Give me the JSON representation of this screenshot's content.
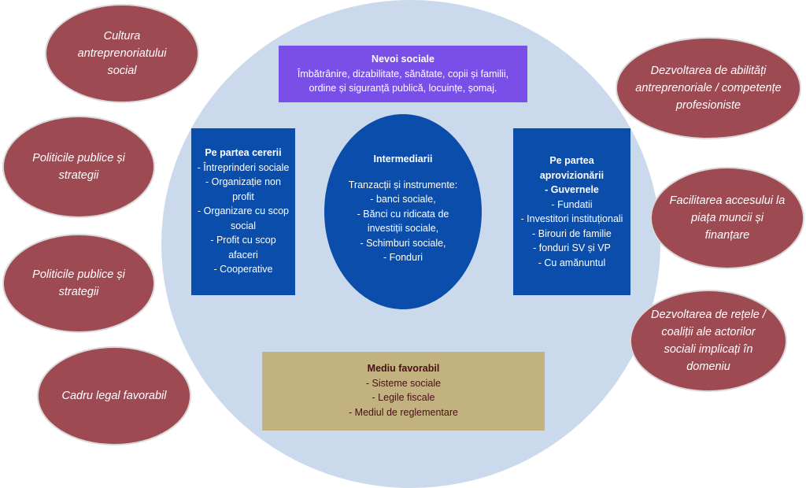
{
  "ovals_left": [
    "Cultura antreprenoriatului social",
    "Politicile publice și strategii",
    "Politicile publice și strategii",
    "Cadru legal favorabil"
  ],
  "ovals_right": [
    "Dezvoltarea de abilități antreprenoriale / competențe profesioniste",
    "Facilitarea accesului la piața muncii și finanțare",
    "Dezvoltarea de rețele / coaliții ale actorilor sociali implicați în domeniu"
  ],
  "needs": {
    "title": "Nevoi sociale",
    "line1": "Îmbătrânire, dizabilitate, sănătate, copii și familii,",
    "line2": "ordine și siguranță publică, locuințe, șomaj."
  },
  "demand": {
    "title": "Pe partea cererii",
    "items": [
      "- Întreprinderi sociale",
      "- Organizație non profit",
      "- Organizare cu scop social",
      "- Profit cu scop afaceri",
      "- Cooperative"
    ]
  },
  "intermediaries": {
    "title": "Intermediarii",
    "items": [
      "Tranzacții și instrumente:",
      "- banci sociale,",
      "- Bănci cu ridicata de investiții sociale,",
      "- Schimburi sociale,",
      "- Fonduri"
    ]
  },
  "supply": {
    "title": "Pe partea aprovizionării",
    "items": [
      "- Guvernele",
      "- Fundatii",
      "- Investitori instituționali",
      "- Birouri de familie",
      "- fonduri SV și VP",
      "- Cu amănuntul"
    ]
  },
  "environment": {
    "title": "Mediu favorabil",
    "items": [
      "- Sisteme sociale",
      "- Legile fiscale",
      "- Mediul de reglementare"
    ]
  }
}
